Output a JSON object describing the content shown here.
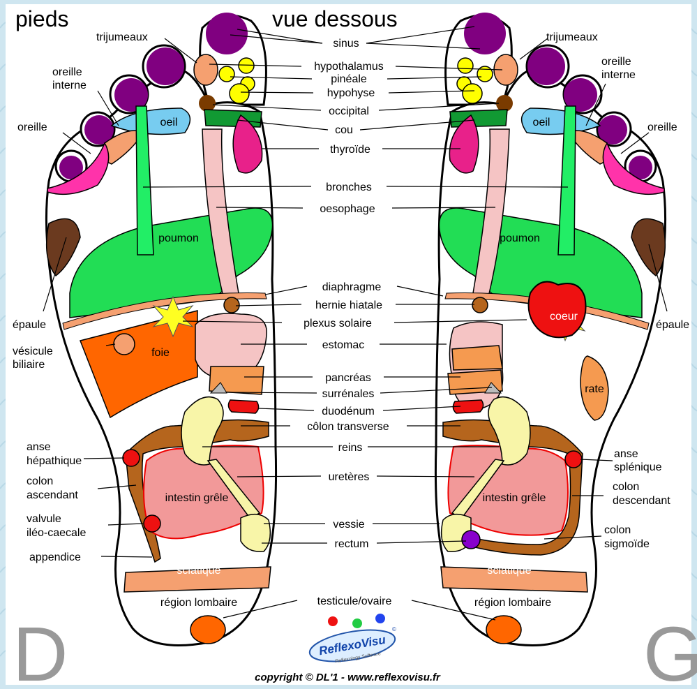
{
  "title_left": "pieds",
  "title_center": "vue dessous",
  "side_left": "D",
  "side_right": "G",
  "copyright": "copyright © DL'1 - www.reflexovisu.fr",
  "logo": {
    "name": "ReflexoVisu",
    "registered": "©",
    "subtitle": "Reflexology Software"
  },
  "center_labels": {
    "sinus": "sinus",
    "hypothalamus": "hypothalamus",
    "pineale": "pinéale",
    "hypophyse": "hypohyse",
    "occipital": "occipital",
    "cou": "cou",
    "thyroide": "thyroïde",
    "bronches": "bronches",
    "oesophage": "oesophage",
    "diaphragme": "diaphragme",
    "hernie": "hernie hiatale",
    "plexus": "plexus solaire",
    "estomac": "estomac",
    "pancreas": "pancréas",
    "surrenales": "surrénales",
    "duodenum": "duodénum",
    "colon_transverse": "côlon transverse",
    "reins": "reins",
    "ureteres": "uretères",
    "vessie": "vessie",
    "rectum": "rectum",
    "testicule": "testicule/ovaire"
  },
  "left_labels": {
    "trijumeaux": "trijumeaux",
    "oreille_interne_1": "oreille",
    "oreille_interne_2": "interne",
    "oreille": "oreille",
    "epaule": "épaule",
    "vesicule_1": "vésicule",
    "vesicule_2": "biliaire",
    "anse_1": "anse",
    "anse_2": "hépathique",
    "colon_1": "colon",
    "colon_2": "ascendant",
    "valvule_1": "valvule",
    "valvule_2": "iléo-caecale",
    "appendice": "appendice"
  },
  "right_labels": {
    "trijumeaux": "trijumeaux",
    "oreille_interne_1": "oreille",
    "oreille_interne_2": "interne",
    "oreille": "oreille",
    "epaule": "épaule",
    "anse_1": "anse",
    "anse_2": "splénique",
    "colon_1": "colon",
    "colon_2": "descendant",
    "colon_sig_1": "colon",
    "colon_sig_2": "sigmoïde"
  },
  "foot_labels": {
    "oeil": "oeil",
    "poumon": "poumon",
    "foie": "foie",
    "coeur": "coeur",
    "rate": "rate",
    "intestin": "intestin grêle",
    "sciatique": "sciatique",
    "lombaire": "région lombaire"
  },
  "colors": {
    "background": "#cfe6f0",
    "toes": "#800080",
    "sinus_glands": "#ffff00",
    "poumon": "#22dd55",
    "oesophage": "#f5c4c4",
    "foie": "#ff6600",
    "coeur": "#ee1111",
    "colon": "#b5651d",
    "intestin": "#f29999",
    "reins": "#f8f5a8",
    "sciatique": "#f5a070",
    "testicule": "#ff6600"
  }
}
